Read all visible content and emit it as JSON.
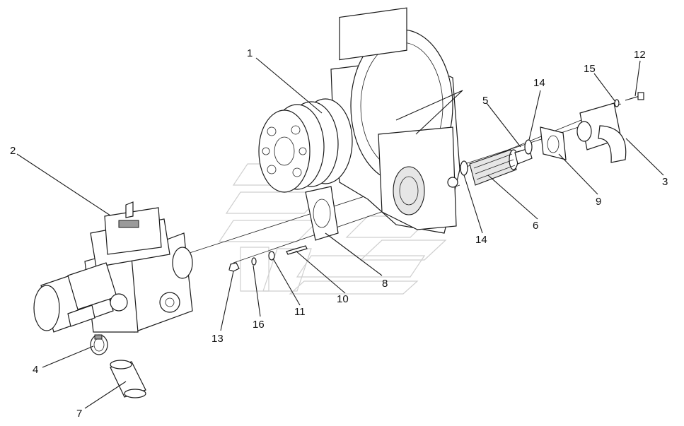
{
  "callouts": [
    {
      "id": "1",
      "label": "1"
    },
    {
      "id": "2",
      "label": "2"
    },
    {
      "id": "3",
      "label": "3"
    },
    {
      "id": "4",
      "label": "4"
    },
    {
      "id": "5",
      "label": "5"
    },
    {
      "id": "6",
      "label": "6"
    },
    {
      "id": "7",
      "label": "7"
    },
    {
      "id": "8",
      "label": "8"
    },
    {
      "id": "9",
      "label": "9"
    },
    {
      "id": "10",
      "label": "10"
    },
    {
      "id": "11",
      "label": "11"
    },
    {
      "id": "12",
      "label": "12"
    },
    {
      "id": "13",
      "label": "13"
    },
    {
      "id": "14a",
      "label": "14"
    },
    {
      "id": "14b",
      "label": "14"
    },
    {
      "id": "15",
      "label": "15"
    },
    {
      "id": "16",
      "label": "16"
    }
  ]
}
